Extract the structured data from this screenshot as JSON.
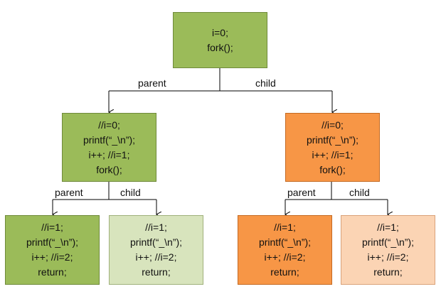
{
  "root": {
    "lines": [
      "i=0;",
      "fork();"
    ]
  },
  "labels": {
    "root_parent": "parent",
    "root_child": "child",
    "left_parent": "parent",
    "left_child": "child",
    "right_parent": "parent",
    "right_child": "child"
  },
  "left": {
    "lines": [
      "//i=0;",
      "printf(“_\\n”);",
      "i++; //i=1;",
      "fork();"
    ]
  },
  "right": {
    "lines": [
      "//i=0;",
      "printf(“_\\n”);",
      "i++; //i=1;",
      "fork();"
    ]
  },
  "ll": {
    "lines": [
      "//i=1;",
      "printf(“_\\n”);",
      "i++; //i=2;",
      "return;"
    ]
  },
  "lr": {
    "lines": [
      "//i=1;",
      "printf(“_\\n”);",
      "i++; //i=2;",
      "return;"
    ]
  },
  "rl": {
    "lines": [
      "//i=1;",
      "printf(“_\\n”);",
      "i++; //i=2;",
      "return;"
    ]
  },
  "rr": {
    "lines": [
      "//i=1;",
      "printf(“_\\n”);",
      "i++; //i=2;",
      "return;"
    ]
  },
  "colors": {
    "green": "#9bbb59",
    "light_green": "#d8e4bd",
    "orange": "#f79646",
    "light_orange": "#fbd4b4"
  }
}
